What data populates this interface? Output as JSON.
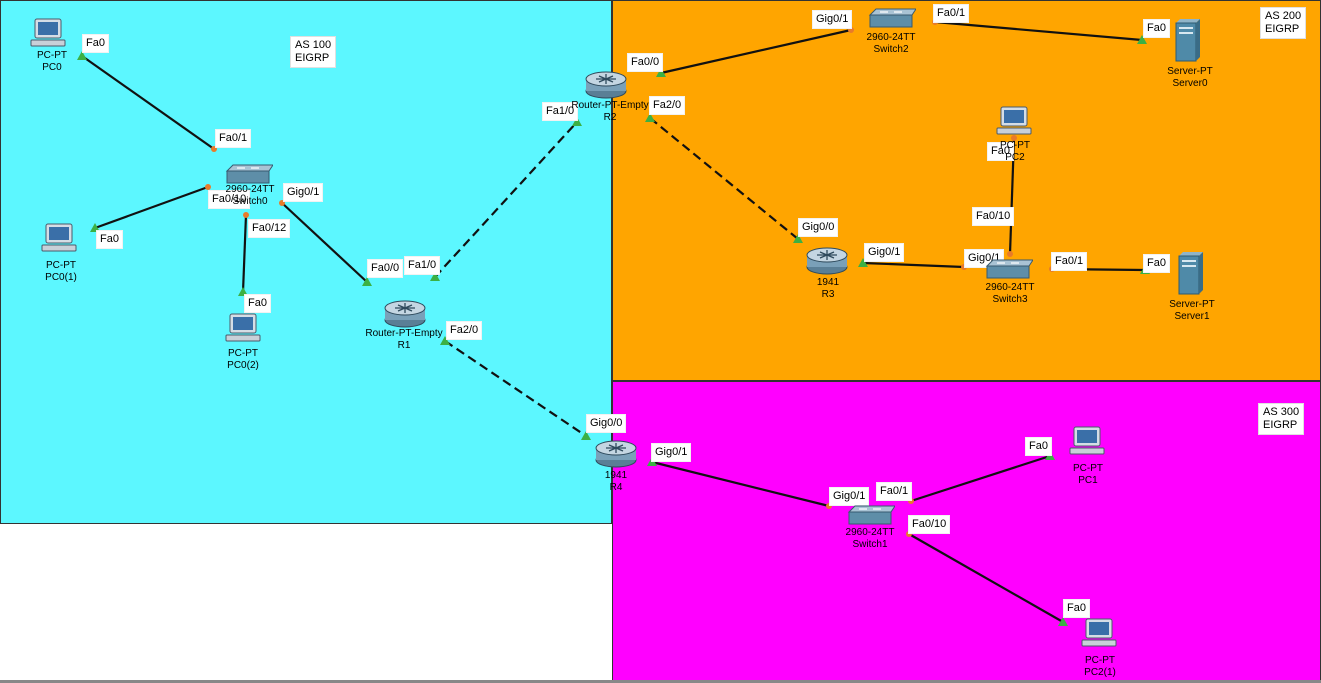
{
  "colors": {
    "as100": "#5cf7ff",
    "as200": "#ffa500",
    "as300": "#ff00ff",
    "link": "#111111",
    "port_up": "#3cb044",
    "port_down": "#e87a2a"
  },
  "zones": [
    {
      "id": "as100",
      "lines": [
        "AS 100",
        "EIGRP"
      ]
    },
    {
      "id": "as200",
      "lines": [
        "AS 200",
        "EIGRP"
      ]
    },
    {
      "id": "as300",
      "lines": [
        "AS 300",
        "EIGRP"
      ]
    }
  ],
  "devices": {
    "pc0": {
      "type": "pc",
      "line1": "PC-PT",
      "line2": "PC0"
    },
    "pc0_1": {
      "type": "pc",
      "line1": "PC-PT",
      "line2": "PC0(1)"
    },
    "pc0_2": {
      "type": "pc",
      "line1": "PC-PT",
      "line2": "PC0(2)"
    },
    "switch0": {
      "type": "switch",
      "line1": "2960-24TT",
      "line2": "Switch0"
    },
    "r1": {
      "type": "router",
      "line1": "Router-PT-Empty",
      "line2": "R1"
    },
    "r2": {
      "type": "router",
      "line1": "Router-PT-Empty",
      "line2": "R2"
    },
    "switch2": {
      "type": "switch",
      "line1": "2960-24TT",
      "line2": "Switch2"
    },
    "server0": {
      "type": "server",
      "line1": "Server-PT",
      "line2": "Server0"
    },
    "pc2": {
      "type": "pc",
      "line1": "PC-PT",
      "line2": "PC2"
    },
    "r3": {
      "type": "router",
      "line1": "1941",
      "line2": "R3"
    },
    "switch3": {
      "type": "switch",
      "line1": "2960-24TT",
      "line2": "Switch3"
    },
    "server1": {
      "type": "server",
      "line1": "Server-PT",
      "line2": "Server1"
    },
    "r4": {
      "type": "router",
      "line1": "1941",
      "line2": "R4"
    },
    "switch1": {
      "type": "switch",
      "line1": "2960-24TT",
      "line2": "Switch1"
    },
    "pc1": {
      "type": "pc",
      "line1": "PC-PT",
      "line2": "PC1"
    },
    "pc2_1": {
      "type": "pc",
      "line1": "PC-PT",
      "line2": "PC2(1)"
    }
  },
  "links": [
    {
      "a": "pc0",
      "a_port": "Fa0",
      "b": "switch0",
      "b_port": "Fa0/1",
      "style": "solid"
    },
    {
      "a": "pc0_1",
      "a_port": "Fa0",
      "b": "switch0",
      "b_port": "Fa0/10",
      "style": "solid"
    },
    {
      "a": "pc0_2",
      "a_port": "Fa0",
      "b": "switch0",
      "b_port": "Fa0/12",
      "style": "solid"
    },
    {
      "a": "switch0",
      "a_port": "Gig0/1",
      "b": "r1",
      "b_port": "Fa0/0",
      "style": "solid"
    },
    {
      "a": "r1",
      "a_port": "Fa1/0",
      "b": "r2",
      "b_port": "Fa1/0",
      "style": "dashed"
    },
    {
      "a": "r1",
      "a_port": "Fa2/0",
      "b": "r4",
      "b_port": "Gig0/0",
      "style": "dashed"
    },
    {
      "a": "r2",
      "a_port": "Fa0/0",
      "b": "switch2",
      "b_port": "Gig0/1",
      "style": "solid"
    },
    {
      "a": "switch2",
      "a_port": "Fa0/1",
      "b": "server0",
      "b_port": "Fa0",
      "style": "solid"
    },
    {
      "a": "r2",
      "a_port": "Fa2/0",
      "b": "r3",
      "b_port": "Gig0/0",
      "style": "dashed"
    },
    {
      "a": "r3",
      "a_port": "Gig0/1",
      "b": "switch3",
      "b_port": "Gig0/1",
      "style": "solid"
    },
    {
      "a": "switch3",
      "a_port": "Fa0/10",
      "b": "pc2",
      "b_port": "Fa0",
      "style": "solid"
    },
    {
      "a": "switch3",
      "a_port": "Fa0/1",
      "b": "server1",
      "b_port": "Fa0",
      "style": "solid"
    },
    {
      "a": "r4",
      "a_port": "Gig0/1",
      "b": "switch1",
      "b_port": "Gig0/1",
      "style": "solid"
    },
    {
      "a": "switch1",
      "a_port": "Fa0/1",
      "b": "pc1",
      "b_port": "Fa0",
      "style": "solid"
    },
    {
      "a": "switch1",
      "a_port": "Fa0/10",
      "b": "pc2_1",
      "b_port": "Fa0",
      "style": "solid"
    }
  ]
}
